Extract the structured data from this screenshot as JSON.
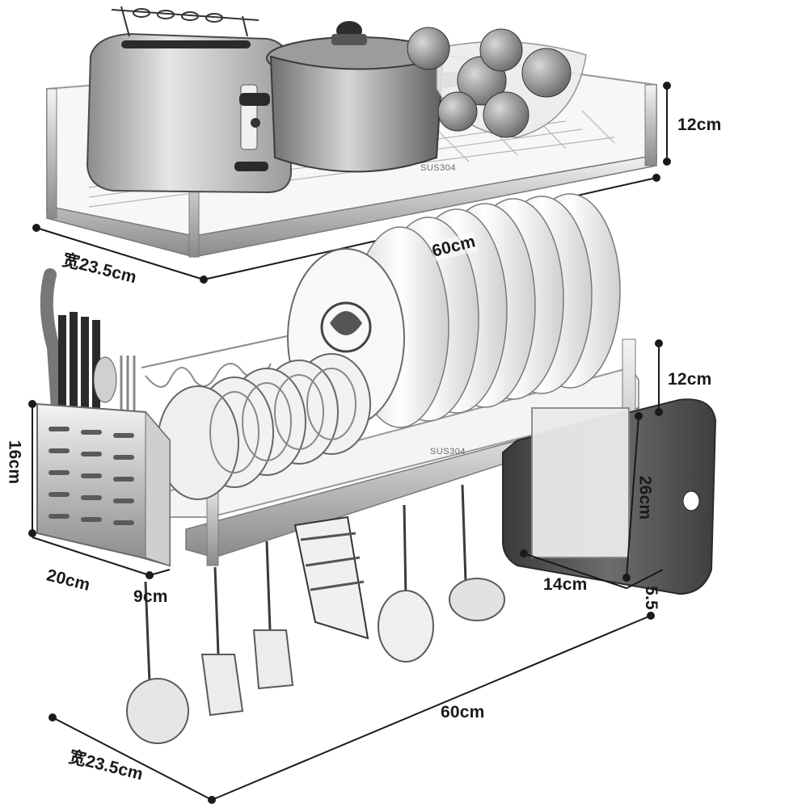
{
  "dimensions": {
    "top_height": "12cm",
    "top_depth": "宽23.5cm",
    "top_width": "60cm",
    "bottom_height": "12cm",
    "cup_height": "16cm",
    "cup_width": "20cm",
    "cup_depth": "9cm",
    "board_height": "26cm",
    "board_width": "14cm",
    "board_gap": "5.5",
    "bottom_width": "60cm",
    "bottom_depth": "宽23.5cm"
  },
  "stamps": {
    "top_rack": "SUS304",
    "bottom_rack": "SUS304"
  },
  "colors": {
    "steel": "#c9c9c9",
    "steel_dark": "#7d7d7d",
    "plate": "#f2f2f2",
    "board": "#4a4a4a",
    "line": "#1a1a1a"
  }
}
